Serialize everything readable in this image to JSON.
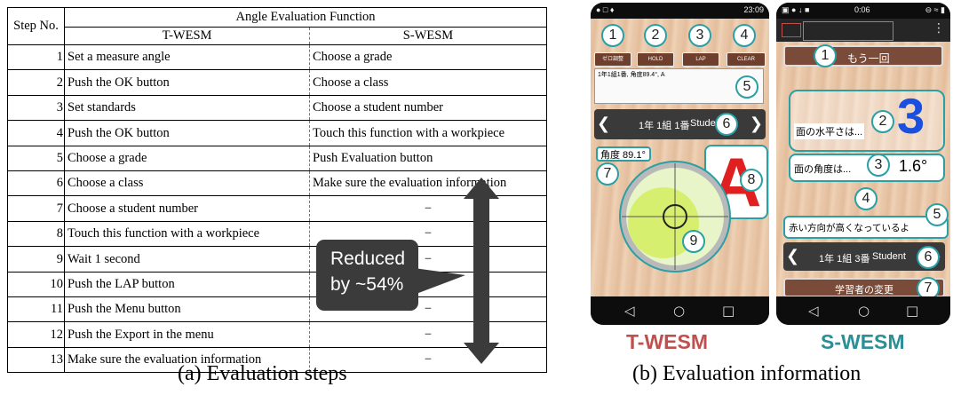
{
  "table": {
    "header_step": "Step No.",
    "header_group": "Angle Evaluation Function",
    "col_t": "T-WESM",
    "col_s": "S-WESM",
    "rows": [
      {
        "num": "1",
        "t": "Set a measure angle",
        "s": "Choose a grade"
      },
      {
        "num": "2",
        "t": "Push the OK button",
        "s": "Choose a class"
      },
      {
        "num": "3",
        "t": "Set standards",
        "s": "Choose a student number"
      },
      {
        "num": "4",
        "t": "Push the OK button",
        "s": "Touch this function with a workpiece"
      },
      {
        "num": "5",
        "t": "Choose a grade",
        "s": "Push Evaluation button"
      },
      {
        "num": "6",
        "t": "Choose a class",
        "s": "Make sure the evaluation information"
      },
      {
        "num": "7",
        "t": "Choose a student number",
        "s": "−"
      },
      {
        "num": "8",
        "t": "Touch this function with a workpiece",
        "s": "−"
      },
      {
        "num": "9",
        "t": "Wait 1 second",
        "s": "−"
      },
      {
        "num": "10",
        "t": "Push the LAP  button",
        "s": "−"
      },
      {
        "num": "11",
        "t": "Push the Menu button",
        "s": "−"
      },
      {
        "num": "12",
        "t": "Push the Export in the menu",
        "s": "−"
      },
      {
        "num": "13",
        "t": "Make sure the evaluation information",
        "s": "−"
      }
    ]
  },
  "callout": {
    "line1": "Reduced",
    "line2": "by ~54%"
  },
  "captions": {
    "a": "(a) Evaluation steps",
    "b": "(b) Evaluation information"
  },
  "t_wesm": {
    "label": "T-WESM",
    "label_color": "#c0504d",
    "time": "23:09",
    "buttons": [
      "ゼロ調整",
      "HOLD",
      "LAP",
      "CLEAR"
    ],
    "log_text": "1年1組1番, 角度89.4°, A",
    "student": "1年 1組 1番",
    "student_en": "Student",
    "angle": "角度 89.1°",
    "grade": "A",
    "numbers": [
      "1",
      "2",
      "3",
      "4",
      "5",
      "6",
      "7",
      "8",
      "9"
    ]
  },
  "s_wesm": {
    "label": "S-WESM",
    "label_color": "#2a8f96",
    "time": "0:06",
    "again": "もう一回",
    "level_text": "面の水平さは...",
    "level_value": "3",
    "angle_text": "面の角度は...",
    "angle_value": "1.6°",
    "hint": "赤い方向が高くなっているよ",
    "student": "1年 1組 3番",
    "student_en": "Student",
    "change": "学習者の変更",
    "numbers": [
      "1",
      "2",
      "3",
      "4",
      "5",
      "6",
      "7"
    ]
  }
}
